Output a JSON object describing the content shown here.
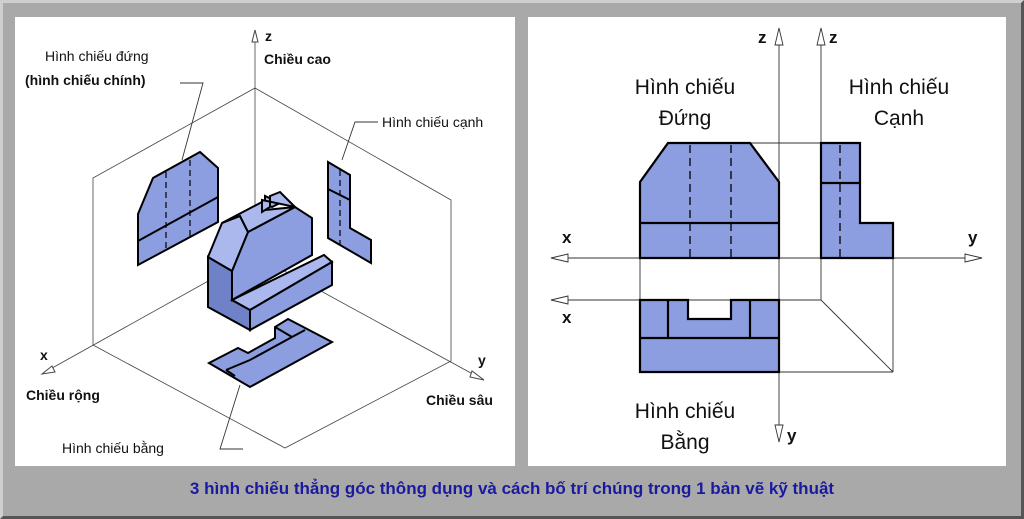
{
  "left_diagram": {
    "labels": {
      "front_view": "Hình chiếu đứng",
      "front_view_alt": "(hình chiếu chính)",
      "side_view": "Hình chiếu cạnh",
      "top_view": "Hình chiếu bằng",
      "height": "Chiều cao",
      "width": "Chiều rộng",
      "depth": "Chiều sâu"
    },
    "axes": {
      "x": "x",
      "y": "y",
      "z": "z"
    }
  },
  "right_diagram": {
    "labels": {
      "front_view_line1": "Hình chiếu",
      "front_view_line2": "Đứng",
      "side_view_line1": "Hình chiếu",
      "side_view_line2": "Cạnh",
      "top_view_line1": "Hình chiếu",
      "top_view_line2": "Bằng"
    },
    "axes": {
      "x_upper": "x",
      "x_lower": "x",
      "y_right": "y",
      "y_bottom": "y",
      "z_front": "z",
      "z_side": "z"
    }
  },
  "caption": "3 hình chiếu thẳng góc thông dụng và cách bố trí chúng trong 1 bản vẽ kỹ thuật",
  "colors": {
    "fill": "#8c9ee0",
    "fill_light": "#aab8ee",
    "fill_dark": "#6f82c8",
    "caption": "#1a1aa0"
  }
}
